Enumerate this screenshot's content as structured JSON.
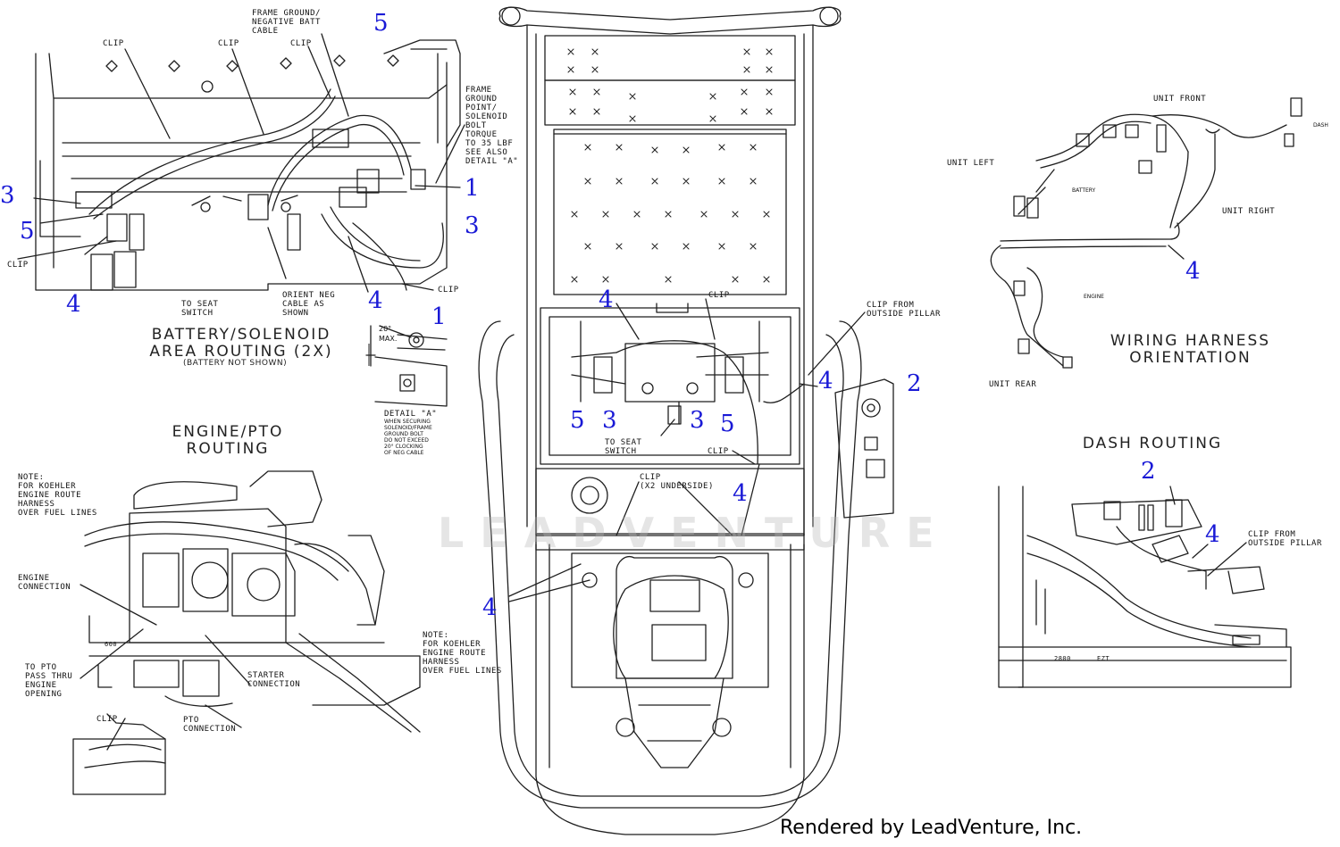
{
  "colors": {
    "callout": "#1a1ad6",
    "line": "#1f1f1f",
    "watermark": "#b4b4b4"
  },
  "titles": {
    "battery": "BATTERY/SOLENOID\nAREA ROUTING (2X)",
    "battery_sub": "(BATTERY NOT SHOWN)",
    "engine": "ENGINE/PTO\nROUTING",
    "wiring": "WIRING HARNESS\nORIENTATION",
    "dash": "DASH ROUTING"
  },
  "labels": {
    "clip_a": "CLIP",
    "clip_b": "CLIP",
    "clip_c": "CLIP",
    "clip_d": "CLIP",
    "clip_e": "CLIP",
    "frame_ground_cable": "FRAME GROUND/\nNEGATIVE BATT\nCABLE",
    "frame_ground_point": "FRAME\nGROUND\nPOINT/\nSOLENOID\nBOLT\nTORQUE\nTO 35 LBF\nSEE ALSO\nDETAIL \"A\"",
    "to_seat_switch_left": "TO SEAT\nSWITCH",
    "orient_neg": "ORIENT NEG\nCABLE AS\nSHOWN",
    "clip_right_small": "CLIP",
    "angle": "20°\nMAX.",
    "detail_a": "DETAIL \"A\"",
    "detail_a_note": "WHEN SECURING\nSOLENOID/FRAME\nGROUND BOLT\nDO NOT EXCEED\n20° CLOCKING\nOF NEG CABLE",
    "note_koehler_left": "NOTE:\nFOR KOEHLER\nENGINE ROUTE\nHARNESS\nOVER FUEL LINES",
    "engine_connection": "ENGINE\nCONNECTION",
    "to_pto": "TO PTO\nPASS THRU\nENGINE\nOPENING",
    "starter_connection": "STARTER\nCONNECTION",
    "pto_connection": "PTO\nCONNECTION",
    "clip_pto": "CLIP",
    "clip_center_top": "CLIP",
    "clip_from_pillar": "CLIP FROM\nOUTSIDE PILLAR",
    "to_seat_switch_center": "TO SEAT\nSWITCH",
    "clip_center_mid": "CLIP",
    "clip_underside": "CLIP\n(X2 UNDERSIDE)",
    "note_koehler_center": "NOTE:\nFOR KOEHLER\nENGINE ROUTE\nHARNESS\nOVER FUEL LINES",
    "unit_front": "UNIT FRONT",
    "unit_left": "UNIT LEFT",
    "unit_right": "UNIT RIGHT",
    "unit_rear": "UNIT REAR",
    "dash": "DASH",
    "battery_small": "BATTERY",
    "engine_small": "ENGINE",
    "clip_from_pillar_dash": "CLIP FROM\nOUTSIDE PILLAR",
    "deck_600": "600",
    "deck_2800": "2800",
    "deck_ezt": "EZT"
  },
  "callouts": {
    "c1": "5",
    "c2": "3",
    "c3": "5",
    "c4": "4",
    "c5": "1",
    "c6": "3",
    "c7": "4",
    "c8": "1",
    "c9": "4",
    "c10": "5",
    "c11": "3",
    "c12": "3",
    "c13": "5",
    "c14": "4",
    "c15": "2",
    "c16": "4",
    "c17": "4",
    "c18": "4",
    "c19": "2",
    "c20": "4"
  },
  "watermark": "LEADVENTURE",
  "footer": "Rendered by LeadVenture, Inc."
}
